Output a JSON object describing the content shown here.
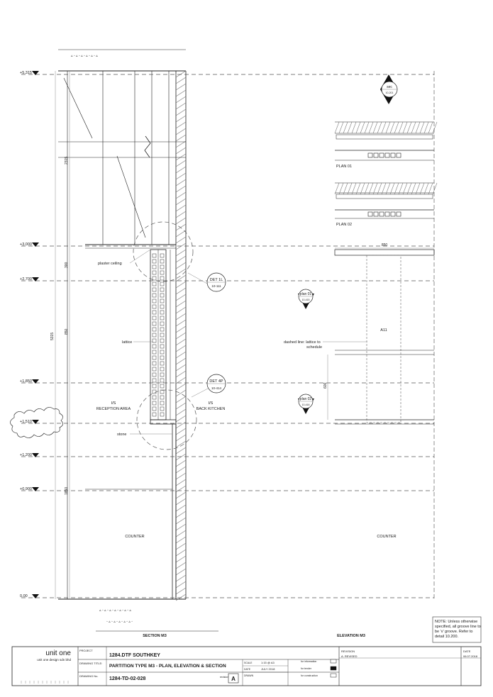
{
  "levels": [
    {
      "label": "+5.315"
    },
    {
      "label": "+3.000"
    },
    {
      "label": "+2.700"
    },
    {
      "label": "+1.850"
    },
    {
      "label": "+1.510"
    },
    {
      "label": "+1.200"
    },
    {
      "label": "+0.900"
    },
    {
      "label": "0.00"
    }
  ],
  "dimensions": {
    "d2315": "2315",
    "d300": "300",
    "d5315": "5315",
    "d850": "850",
    "d1850": "1850",
    "d850_elev": "850",
    "d600": "600"
  },
  "labels": {
    "plaster_ceiling": "plaster ceiling",
    "lattice": "lattice",
    "reception": "I/S\nRECEPTION AREA",
    "reception_l1": "I/S",
    "reception_l2": "RECEPTION AREA",
    "back_kitchen_l1": "I/S",
    "back_kitchen_l2": "BACK KITCHEN",
    "stone": "stone",
    "counter_left": "COUNTER",
    "counter_right": "COUNTER",
    "dashed_line_l1": "dashed line: lattice to",
    "dashed_line_l2": "schedule",
    "a11": "A11",
    "plan01": "PLAN 01",
    "plan02": "PLAN 02",
    "section_title": "SECTION M3",
    "elevation_title": "ELEVATION M3"
  },
  "callouts": {
    "det1l_top": "DET 1L",
    "det1l_bot": "10-111",
    "det4p_top": "DET 4P",
    "det4p_bot": "10-414",
    "plan01_top": "plan 01",
    "plan01_bot": "10-415",
    "plan02_top": "plan 02",
    "plan02_bot": "10-416",
    "sec_top": "sec",
    "sec_bot": "10-201"
  },
  "note": {
    "l1": "NOTE: Unless otherwise",
    "l2": "specified, all groove line to",
    "l3": "be 'v' groove. Refer to",
    "l4": "detail 10.200."
  },
  "title_block": {
    "company": "unit one",
    "company_sub": "unit one design sdn bhd",
    "project_label": "PROJECT",
    "project": "1284.DTF SOUTHKEY",
    "drawing_title_label": "DRAWING TITLE:",
    "drawing_title": "PARTITION TYPE M3 - PLAN, ELEVATION & SECTION",
    "drawing_no_label": "DRAWING No.",
    "drawing_no": "1284-TD-02-028",
    "revision_label": "revision",
    "revision": "A",
    "scale_label": "SCALE",
    "scale": "1:15 @ A3",
    "date_label": "DATE",
    "date": "JULY 2018",
    "drawn_label": "DRAWN",
    "drawn": "",
    "status_info": "for information",
    "status_tender": "for tender",
    "status_construction": "for construction",
    "revision_header": "REVISION",
    "revision_entry": "A. REVISED",
    "date_header": "DATE",
    "date_entry": "06.07.2018"
  }
}
